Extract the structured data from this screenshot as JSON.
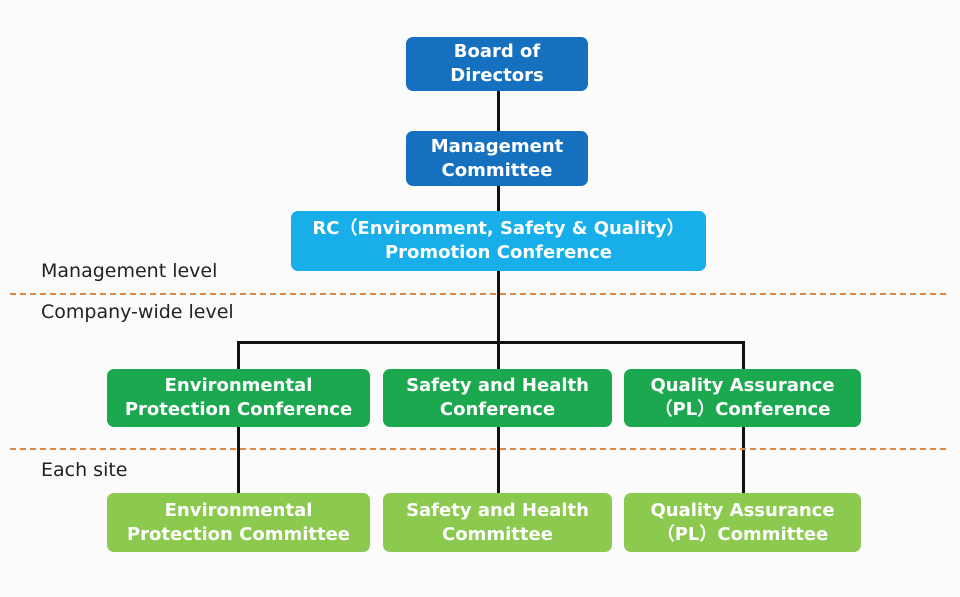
{
  "levels": {
    "management": "Management level",
    "company_wide": "Company-wide level",
    "each_site": "Each site"
  },
  "nodes": {
    "board": "Board of\nDirectors",
    "management_committee": "Management\nCommittee",
    "rc_conference": "RC（Environment, Safety & Quality）\nPromotion Conference",
    "env_conference": "Environmental\nProtection Conference",
    "safety_conference": "Safety and Health\nConference",
    "quality_conference": "Quality Assurance\n（PL）Conference",
    "env_committee": "Environmental\nProtection Committee",
    "safety_committee": "Safety and Health\nCommittee",
    "quality_committee": "Quality Assurance\n（PL）Committee"
  },
  "colors": {
    "top": "#1570c0",
    "rc": "#17aee9",
    "company": "#1ba84f",
    "site": "#8cc94f",
    "divider": "#d98a4a"
  }
}
